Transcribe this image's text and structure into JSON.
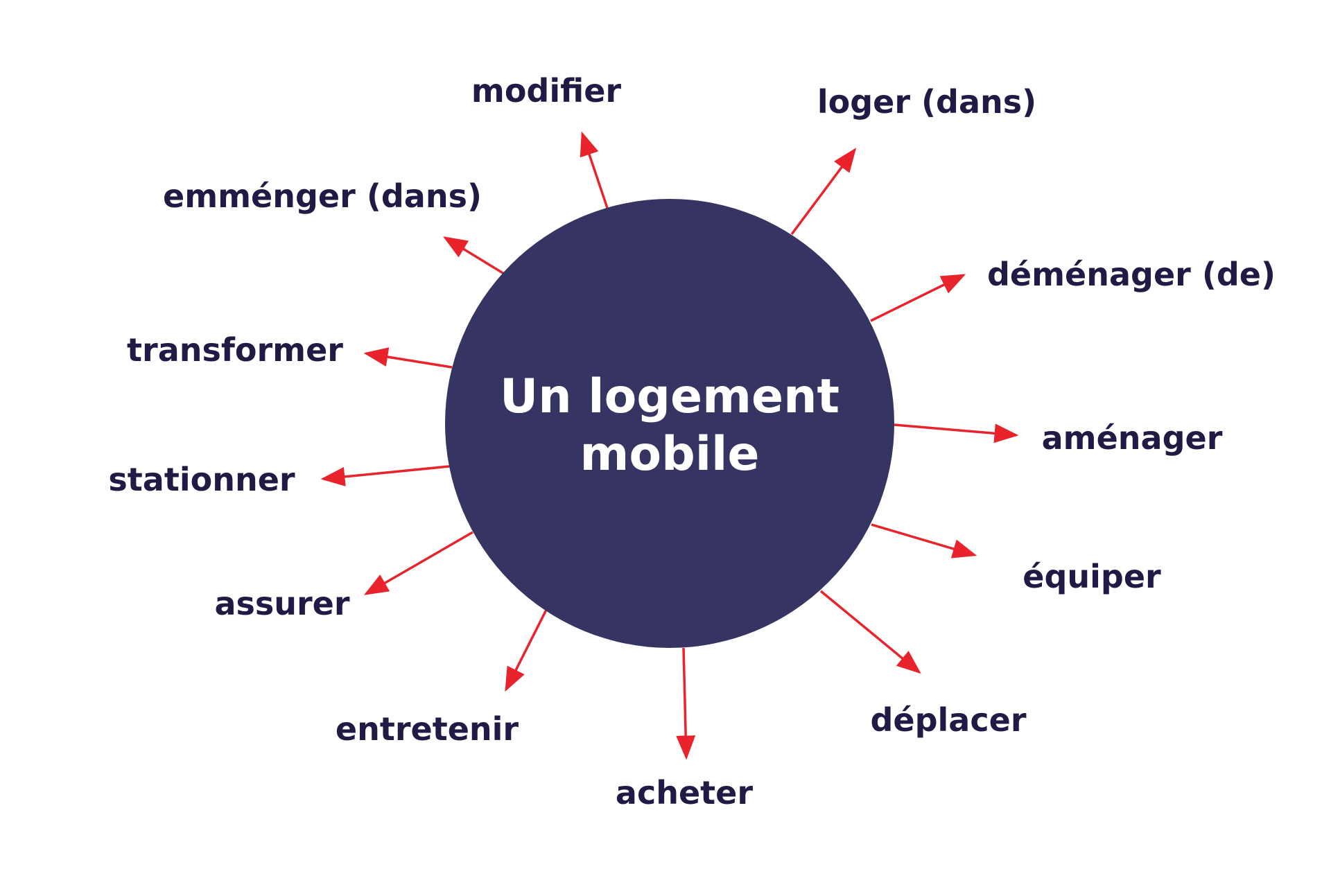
{
  "center": {
    "line1": "Un logement",
    "line2": "mobile"
  },
  "words": {
    "modifier": "modifier",
    "loger": "loger (dans)",
    "emmenger": "emménger (dans)",
    "demenager": "déménager (de)",
    "transformer": "transformer",
    "amenager": "aménager",
    "stationner": "stationner",
    "equiper": "équiper",
    "assurer": "assurer",
    "deplacer": "déplacer",
    "entretenir": "entretenir",
    "acheter": "acheter"
  },
  "colors": {
    "circle": "#353463",
    "arrow": "#e8232b",
    "text": "#1f1b45",
    "center_text": "#ffffff"
  }
}
